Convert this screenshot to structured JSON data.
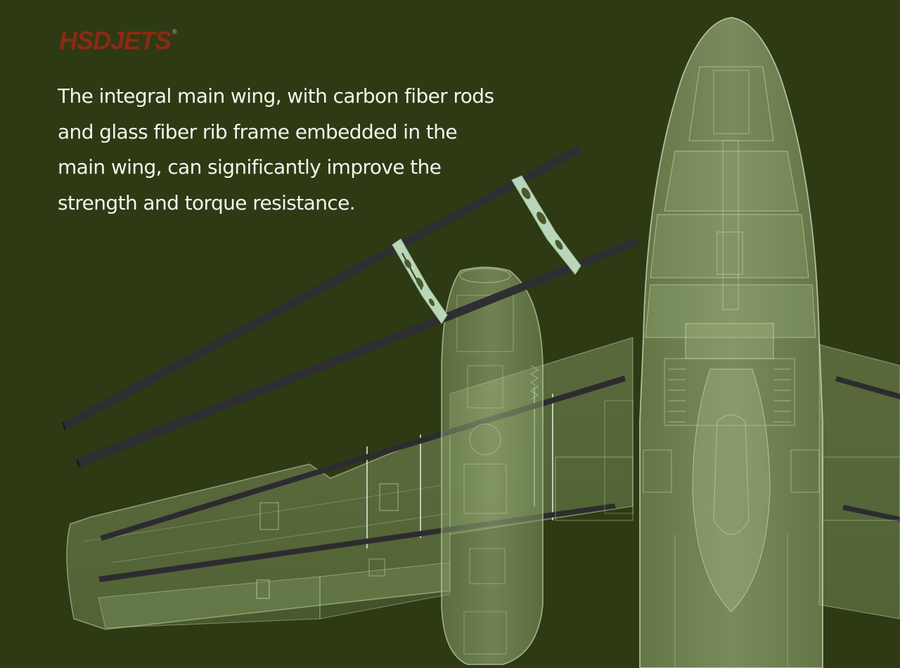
{
  "brand": {
    "logo_text": "HSDJETS",
    "registered_mark": "®",
    "logo_color": "#8a2a14"
  },
  "content": {
    "description": "The integral main wing, with carbon fiber rods and glass fiber rib frame embedded in the main wing, can significantly improve the strength and torque resistance."
  },
  "colors": {
    "background": "#2e3a14",
    "airframe_translucent": "#a9c08a",
    "carbon_rod": "#2c2c30",
    "glass_fiber_rib": "#b9d7b8",
    "text": "#f4f4ee"
  },
  "illustration": {
    "subject": "x-ray-airframe-with-carbon-rods-and-rib-frame"
  }
}
